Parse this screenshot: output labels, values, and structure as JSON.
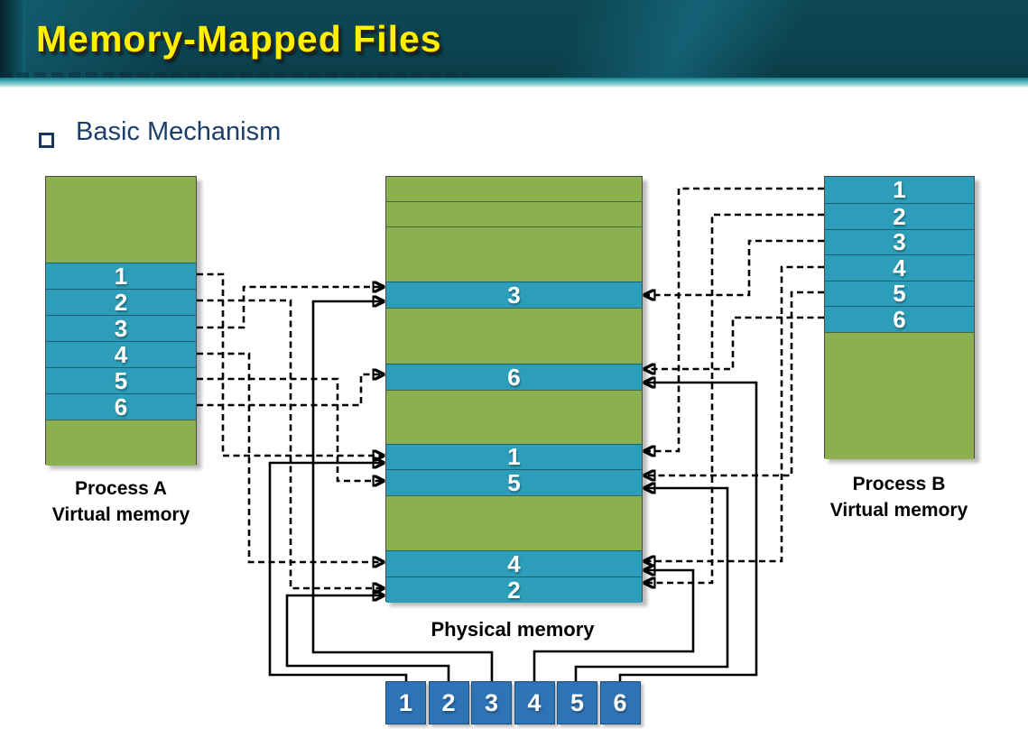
{
  "slide": {
    "title": "Memory-Mapped Files",
    "bullet": "Basic Mechanism"
  },
  "colors": {
    "header_teal": "#0c4450",
    "header_band": "#3fa4ad",
    "title_yellow": "#ffef00",
    "heading_navy": "#1c3e6b",
    "page_green": "#8db04e",
    "frame_teal": "#2d9eba",
    "disk_blue": "#2e74b5",
    "arrow_black": "#000000"
  },
  "process_a": {
    "label_line1": "Process A",
    "label_line2": "Virtual memory",
    "pages": [
      "1",
      "2",
      "3",
      "4",
      "5",
      "6"
    ]
  },
  "process_b": {
    "label_line1": "Process B",
    "label_line2": "Virtual memory",
    "pages": [
      "1",
      "2",
      "3",
      "4",
      "5",
      "6"
    ]
  },
  "physical": {
    "label": "Physical memory",
    "frames_top_to_bottom": [
      "3",
      "6",
      "1",
      "5",
      "4",
      "2"
    ]
  },
  "disk": {
    "blocks": [
      "1",
      "2",
      "3",
      "4",
      "5",
      "6"
    ]
  },
  "mappings": {
    "style_note_dashed": "virtual page to physical frame",
    "style_note_solid": "disk block to physical frame",
    "process_a_to_physical": [
      [
        "1",
        "1"
      ],
      [
        "2",
        "2"
      ],
      [
        "3",
        "3"
      ],
      [
        "4",
        "4"
      ],
      [
        "5",
        "5"
      ],
      [
        "6",
        "6"
      ]
    ],
    "process_b_to_physical": [
      [
        "1",
        "1"
      ],
      [
        "2",
        "2"
      ],
      [
        "3",
        "3"
      ],
      [
        "4",
        "4"
      ],
      [
        "5",
        "5"
      ],
      [
        "6",
        "6"
      ]
    ],
    "disk_to_physical": [
      [
        "1",
        "1"
      ],
      [
        "2",
        "2"
      ],
      [
        "3",
        "3"
      ],
      [
        "4",
        "4"
      ],
      [
        "5",
        "5"
      ],
      [
        "6",
        "6"
      ]
    ]
  }
}
